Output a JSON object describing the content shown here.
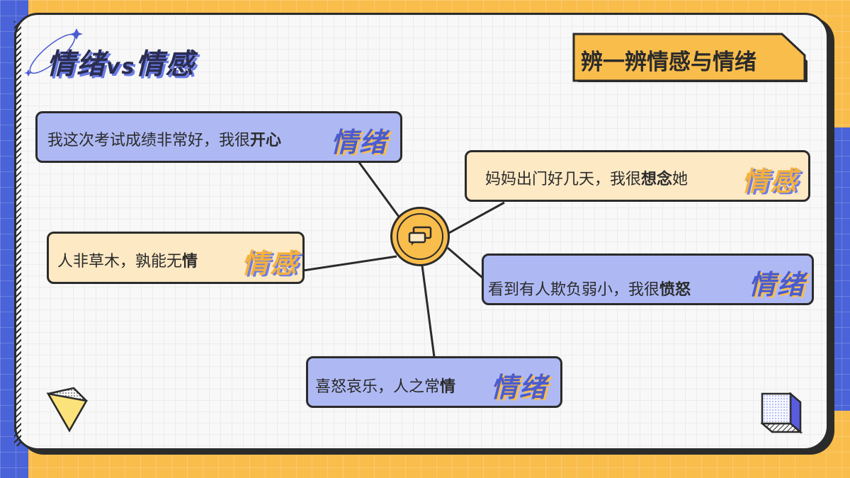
{
  "title": {
    "part1": "情绪",
    "vs": "vs",
    "part2": "情感"
  },
  "tag": {
    "text": "辨一辨情感与情绪"
  },
  "items": [
    {
      "pre": "我这次考试成绩非常好，我很",
      "bold": "开心",
      "post": "",
      "label": "情绪",
      "color": "blue"
    },
    {
      "pre": "妈妈出门好几天，我很",
      "bold": "想念",
      "post": "她",
      "label": "情感",
      "color": "cream"
    },
    {
      "pre": "人非草木，孰能无",
      "bold": "情",
      "post": "",
      "label": "情感",
      "color": "cream"
    },
    {
      "pre": "看到有人欺负弱小，我很",
      "bold": "愤怒",
      "post": "",
      "label": "情绪",
      "color": "blue"
    },
    {
      "pre": "喜怒哀乐，人之常",
      "bold": "情",
      "post": "",
      "label": "情绪",
      "color": "blue"
    }
  ],
  "colors": {
    "accent_blue": "#4a5cd0",
    "accent_yellow": "#f9bd4c",
    "box_blue": "#aeb9f4",
    "box_cream": "#fde9c4"
  },
  "icons": {
    "center": "chat-bubbles-icon",
    "corner_left": "triangle-prism-icon",
    "corner_right": "cube-icon"
  }
}
